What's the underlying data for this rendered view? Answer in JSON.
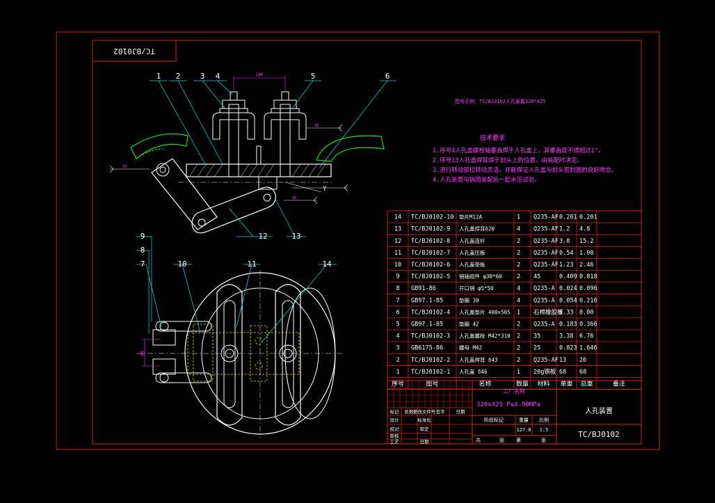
{
  "colors": {
    "border": "#e02020",
    "part": "#ffffff",
    "leader": "#20e0e0",
    "dim": "#ff40ff",
    "hidden": "#f0e000",
    "green": "#20e020",
    "bg": "#000000"
  },
  "drawing_no_mirror": "TC/BJ0102",
  "top_note": "图号示例：TC/BJ0102人孔装置320*425",
  "tech_req": {
    "title": "技术要求",
    "items": [
      "1.序号4人孔盖螺栓轴垂直焊于人孔盖上，其垂直度不得超过1°。",
      "2.序号13人孔盖焊耳焊于封头上的位置，由装配时决定。",
      "3.进行转动部位转动灵活，并能保证人孔盖与封头密封面的良好吻合。",
      "4.人孔装置与锅筒装配后一起水压试验。"
    ]
  },
  "dims": {
    "top_width": "180",
    "side_height": "80",
    "weld_a": "10",
    "weld_b": "10",
    "weld_c": "10",
    "axis_y": "Y"
  },
  "balloons": {
    "view_top": [
      "1",
      "2",
      "3",
      "4",
      "5",
      "6",
      "12",
      "13"
    ],
    "view_side": [
      "9",
      "8",
      "7",
      "10",
      "11",
      "14"
    ]
  },
  "bom": {
    "rows": [
      [
        "14",
        "TC/BJ0102-10",
        "垫片M12A",
        "1",
        "Q235-AF",
        "0.201",
        "0.201",
        ""
      ],
      [
        "13",
        "TC/BJ0102-9",
        "人孔盖焊耳δ20",
        "4",
        "Q235-AF",
        "1.2",
        "4.8",
        ""
      ],
      [
        "12",
        "TC/BJ0102-8",
        "人孔盖连杆",
        "2",
        "Q235-AF",
        "3.8",
        "15.2",
        ""
      ],
      [
        "11",
        "TC/BJ0102-7",
        "人孔盖压板",
        "2",
        "Q235-AF",
        "0.54",
        "1.08",
        ""
      ],
      [
        "10",
        "TC/BJ0102-6",
        "人孔盖垫板",
        "2",
        "Q235-AF",
        "1.23",
        "2.46",
        ""
      ],
      [
        "9",
        "TC/BJ0102-5",
        "销轴组件 φ30*60",
        "2",
        "45",
        "0.409",
        "0.818",
        ""
      ],
      [
        "8",
        "GB91-86",
        "开口销 φ5*50",
        "4",
        "Q235-A",
        "0.024",
        "0.096",
        ""
      ],
      [
        "7",
        "GB97.1-85",
        "垫圈 30",
        "4",
        "Q235-A",
        "0.054",
        "0.216",
        ""
      ],
      [
        "6",
        "TC/BJ0102-4",
        "人孔盖垫片 400×505",
        "1",
        "石棉橡胶板",
        "0.33",
        "0.00",
        ""
      ],
      [
        "5",
        "GB97.1-85",
        "垫圈 42",
        "2",
        "Q235-A",
        "0.183",
        "0.366",
        ""
      ],
      [
        "4",
        "TC/BJ0102-3",
        "人孔盖螺栓 M42*310",
        "2",
        "35",
        "3.38",
        "6.76",
        ""
      ],
      [
        "3",
        "GB6175-86",
        "螺母 M42",
        "2",
        "25",
        "0.823",
        "1.646",
        ""
      ],
      [
        "2",
        "TC/BJ0102-2",
        "人孔盖焊耳 δ43",
        "2",
        "Q235-AF",
        "13",
        "26",
        ""
      ],
      [
        "1",
        "TC/BJ0102-1",
        "人孔盖 δ46",
        "1",
        "20g钢板",
        "68",
        "68",
        ""
      ]
    ],
    "header": [
      "序号",
      "图号",
      "名称",
      "数量",
      "材料",
      "单重",
      "总重",
      "备注"
    ]
  },
  "title_block": {
    "org": "工厂名称",
    "spec": "320x425 P≤4.90MPa",
    "name": "人孔装置",
    "code": "TC/BJ0102",
    "stage_row": [
      "阶段标记",
      "重量",
      "比例"
    ],
    "weight": "127.8",
    "scale": "1:5",
    "sign_rows": [
      [
        "标记",
        "处数",
        "更改文件号",
        "签字",
        "日期"
      ],
      [
        "设计",
        "",
        "标准化",
        "",
        ""
      ],
      [
        "校对",
        "",
        "审定",
        "",
        ""
      ],
      [
        "审核",
        "",
        "",
        "",
        ""
      ],
      [
        "工艺",
        "",
        "日期",
        "",
        ""
      ]
    ],
    "sheet": [
      "共",
      "张",
      "第",
      "张"
    ]
  }
}
